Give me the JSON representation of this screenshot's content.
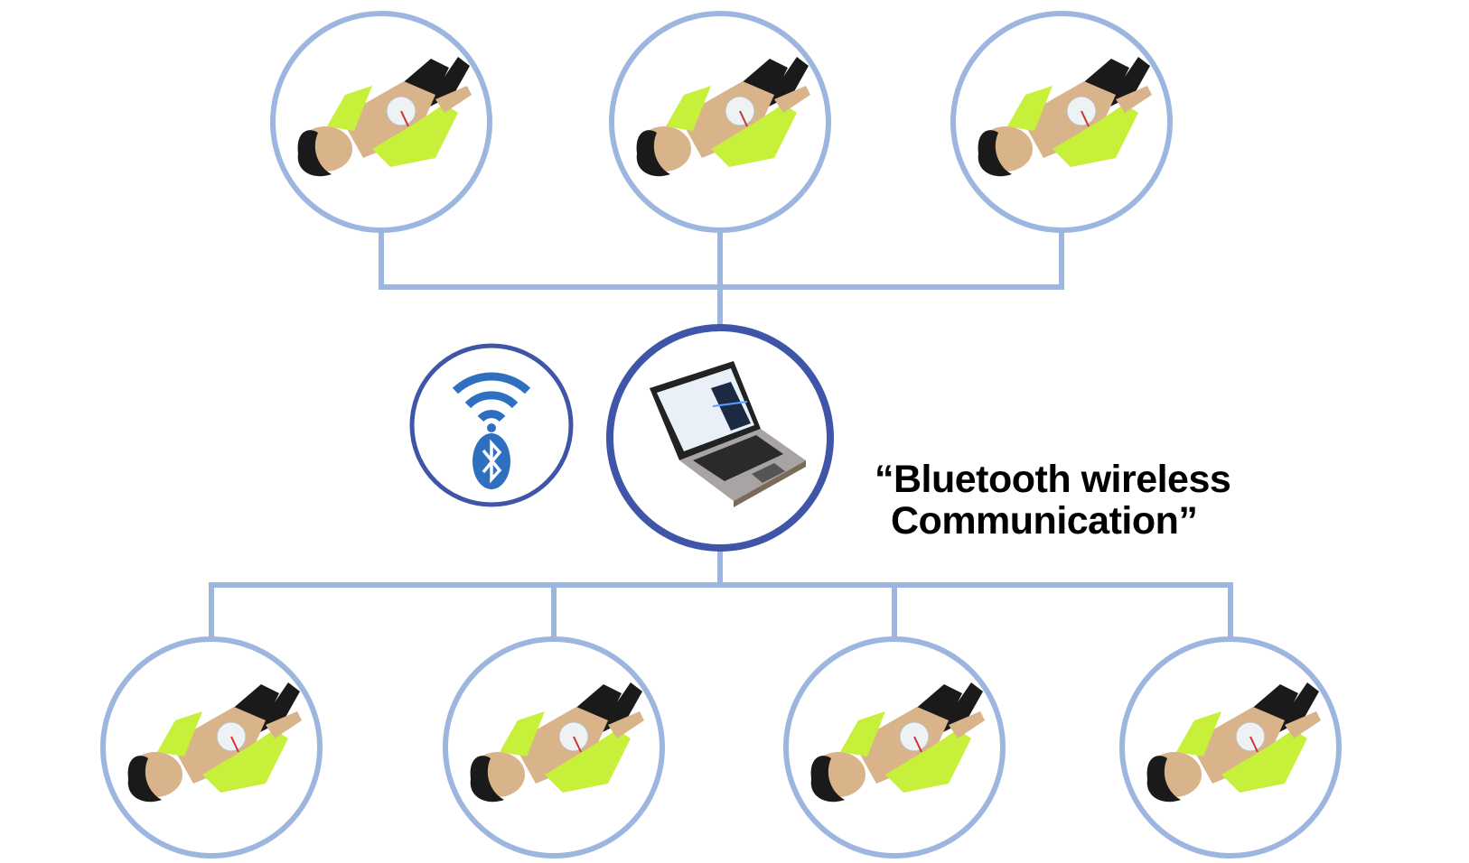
{
  "caption": {
    "line1": "“Bluetooth wireless",
    "line2": "Communication”"
  },
  "colors": {
    "connector": "#9db6e0",
    "hub_ring": "#3f55a8",
    "bluetooth_blue": "#2f6fc0",
    "manikin_vest": "#c6f03a"
  },
  "nodes": {
    "hub": "laptop-icon",
    "wireless": "bluetooth-wifi-icon",
    "top_manikins": 3,
    "bottom_manikins": 4
  }
}
